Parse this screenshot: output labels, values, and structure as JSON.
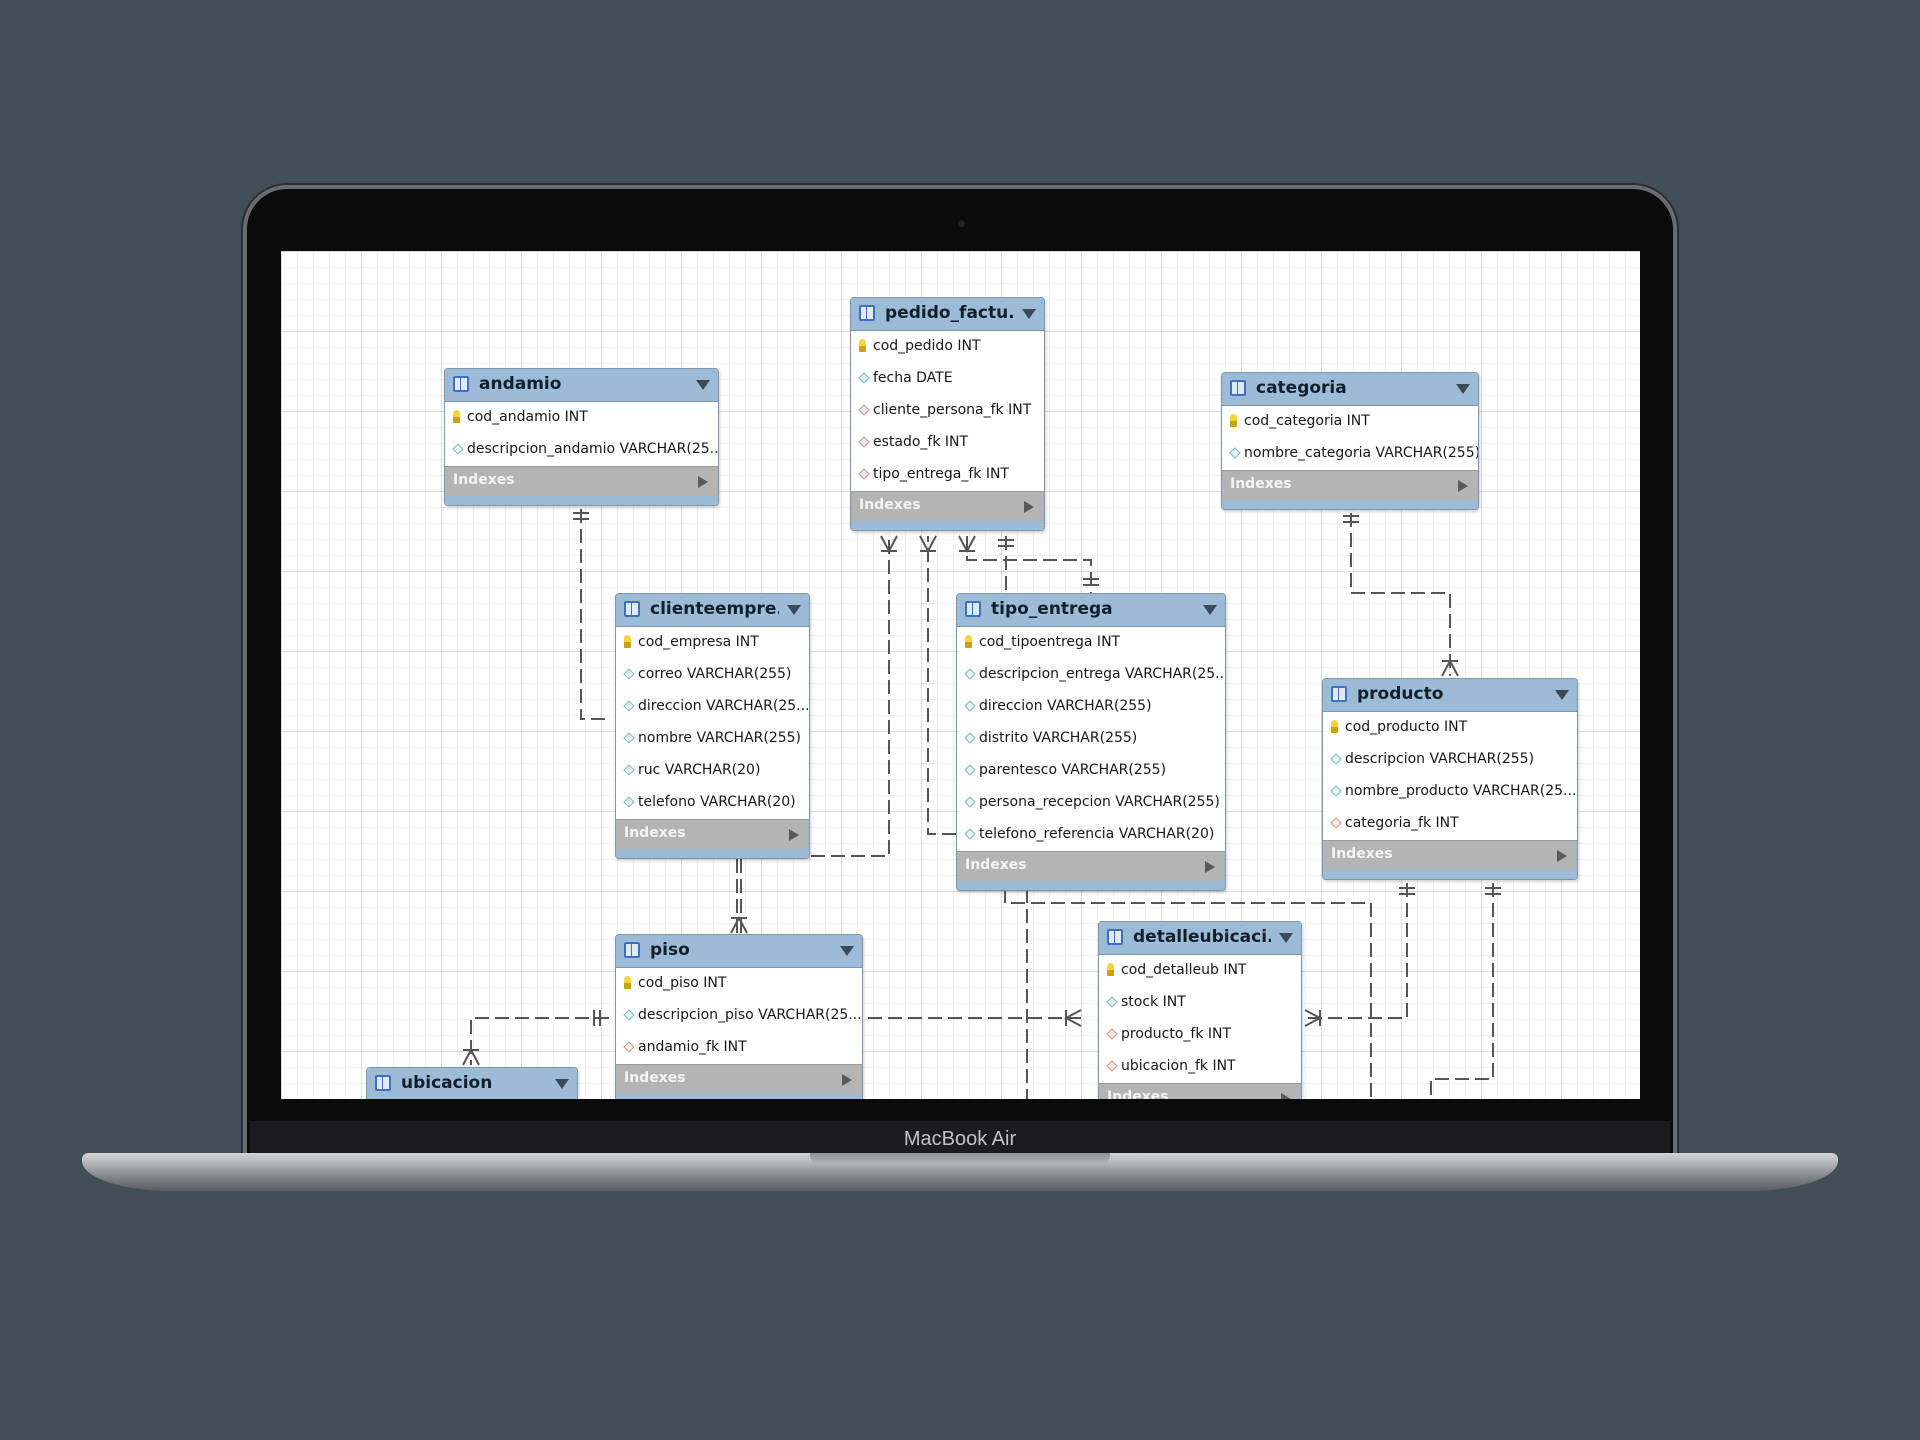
{
  "device": {
    "label": "MacBook Air"
  },
  "diagram": {
    "index_label": "Indexes",
    "entities": [
      {
        "id": "andamio",
        "title": "andamio",
        "columns": [
          {
            "kind": "pk",
            "text": "cod_andamio INT"
          },
          {
            "kind": "attr",
            "text": "descripcion_andamio VARCHAR(25..."
          }
        ]
      },
      {
        "id": "pedido_factura",
        "title": "pedido_factu...",
        "columns": [
          {
            "kind": "pk",
            "text": "cod_pedido INT"
          },
          {
            "kind": "attr",
            "text": "fecha DATE"
          },
          {
            "kind": "fk",
            "text": "cliente_persona_fk INT"
          },
          {
            "kind": "fk",
            "text": "estado_fk INT"
          },
          {
            "kind": "fk",
            "text": "tipo_entrega_fk INT"
          }
        ]
      },
      {
        "id": "categoria",
        "title": "categoria",
        "columns": [
          {
            "kind": "pk",
            "text": "cod_categoria INT"
          },
          {
            "kind": "attr",
            "text": "nombre_categoria VARCHAR(255)"
          }
        ]
      },
      {
        "id": "clienteempresa",
        "title": "clienteempre...",
        "columns": [
          {
            "kind": "pk",
            "text": "cod_empresa INT"
          },
          {
            "kind": "attr",
            "text": "correo VARCHAR(255)"
          },
          {
            "kind": "attr",
            "text": "direccion VARCHAR(25..."
          },
          {
            "kind": "attr",
            "text": "nombre VARCHAR(255)"
          },
          {
            "kind": "attr",
            "text": "ruc VARCHAR(20)"
          },
          {
            "kind": "attr",
            "text": "telefono VARCHAR(20)"
          }
        ]
      },
      {
        "id": "tipo_entrega",
        "title": "tipo_entrega",
        "columns": [
          {
            "kind": "pk",
            "text": "cod_tipoentrega INT"
          },
          {
            "kind": "attr",
            "text": "descripcion_entrega VARCHAR(25..."
          },
          {
            "kind": "attr",
            "text": "direccion VARCHAR(255)"
          },
          {
            "kind": "attr",
            "text": "distrito VARCHAR(255)"
          },
          {
            "kind": "attr",
            "text": "parentesco VARCHAR(255)"
          },
          {
            "kind": "attr",
            "text": "persona_recepcion VARCHAR(255)"
          },
          {
            "kind": "attr",
            "text": "telefono_referencia VARCHAR(20)"
          }
        ]
      },
      {
        "id": "producto",
        "title": "producto",
        "columns": [
          {
            "kind": "pk",
            "text": "cod_producto INT"
          },
          {
            "kind": "attr",
            "text": "descripcion VARCHAR(255)"
          },
          {
            "kind": "attr",
            "text": "nombre_producto VARCHAR(25..."
          },
          {
            "kind": "fk",
            "text": "categoria_fk INT"
          }
        ]
      },
      {
        "id": "piso",
        "title": "piso",
        "columns": [
          {
            "kind": "pk",
            "text": "cod_piso INT"
          },
          {
            "kind": "attr",
            "text": "descripcion_piso VARCHAR(25..."
          },
          {
            "kind": "fk",
            "text": "andamio_fk INT"
          }
        ]
      },
      {
        "id": "detalleubicacion",
        "title": "detalleubicaci...",
        "columns": [
          {
            "kind": "pk",
            "text": "cod_detalleub INT"
          },
          {
            "kind": "attr",
            "text": "stock INT"
          },
          {
            "kind": "fk",
            "text": "producto_fk INT"
          },
          {
            "kind": "fk",
            "text": "ubicacion_fk INT"
          }
        ]
      },
      {
        "id": "ubicacion",
        "title": "ubicacion",
        "columns": []
      }
    ]
  }
}
